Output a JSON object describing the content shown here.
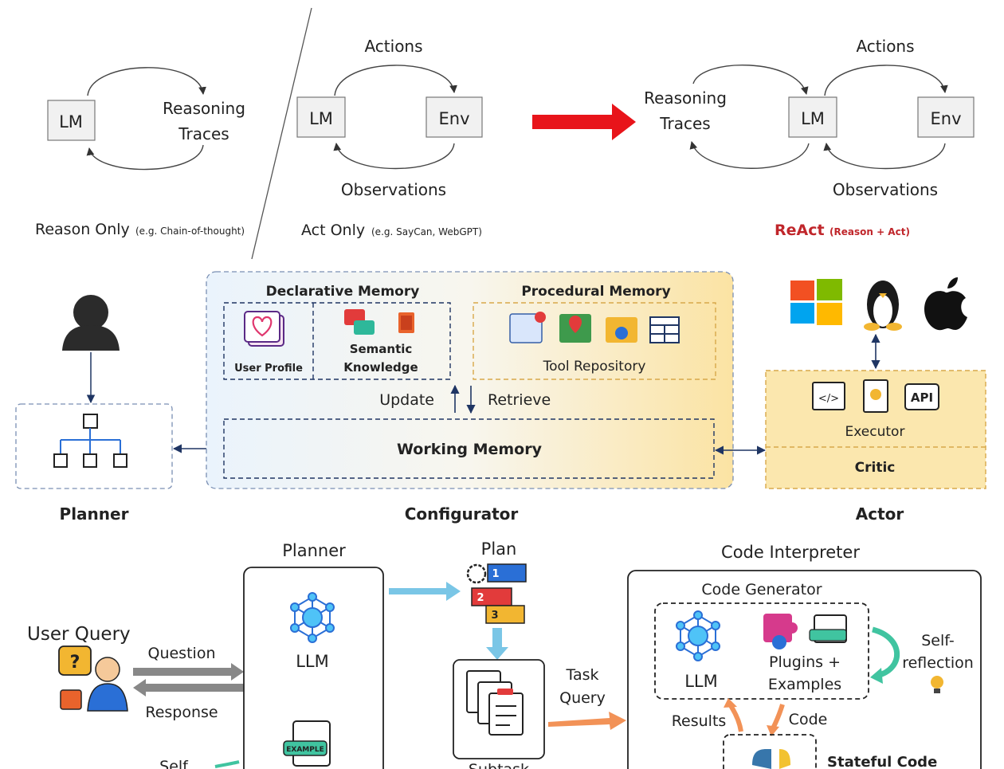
{
  "react": {
    "reason_only": {
      "lm": "LM",
      "reasoning_line1": "Reasoning",
      "reasoning_line2": "Traces",
      "caption": "Reason Only",
      "caption_eg": "(e.g. Chain-of-thought)"
    },
    "act_only": {
      "actions": "Actions",
      "lm": "LM",
      "env": "Env",
      "observations": "Observations",
      "caption": "Act Only",
      "caption_eg": "(e.g. SayCan, WebGPT)"
    },
    "react_panel": {
      "reasoning_line1": "Reasoning",
      "reasoning_line2": "Traces",
      "actions": "Actions",
      "lm": "LM",
      "env": "Env",
      "observations": "Observations",
      "caption": "ReAct",
      "caption_eg": "(Reason + Act)"
    },
    "colors": {
      "accent_red": "#e8141a",
      "caption_red": "#c0262b"
    }
  },
  "agent": {
    "planner": {
      "label": "Planner"
    },
    "configurator": {
      "label": "Configurator",
      "declarative_memory": "Declarative Memory",
      "user_profile": "User Profile",
      "semantic_line1": "Semantic",
      "semantic_line2": "Knowledge",
      "procedural_memory": "Procedural Memory",
      "tool_repository": "Tool Repository",
      "update": "Update",
      "retrieve": "Retrieve",
      "working_memory": "Working Memory"
    },
    "actor": {
      "label": "Actor",
      "executor": "Executor",
      "critic": "Critic",
      "api": "API"
    }
  },
  "code_interpreter": {
    "user_query": "User Query",
    "question": "Question",
    "response": "Response",
    "self_partial": "Self",
    "planner": "Planner",
    "llm": "LLM",
    "example_badge": "EXAMPLE",
    "plan": "Plan",
    "plan_steps": [
      "1",
      "2",
      "3"
    ],
    "task_line1": "Task",
    "task_line2": "Query",
    "subtask_partial": "Subtask",
    "title": "Code Interpreter",
    "code_generator": "Code Generator",
    "gen_llm": "LLM",
    "plugins_line1": "Plugins +",
    "plugins_line2": "Examples",
    "self_reflection_line1": "Self-",
    "self_reflection_line2": "reflection",
    "results": "Results",
    "code": "Code",
    "stateful_code": "Stateful Code"
  }
}
